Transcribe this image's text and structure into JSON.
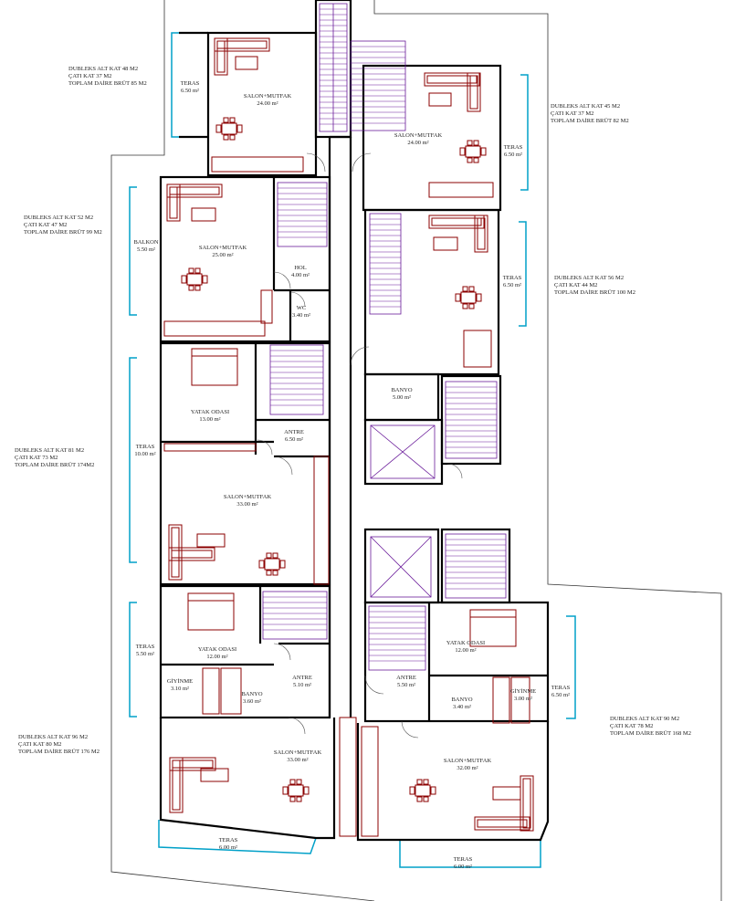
{
  "colors": {
    "wall": "#000000",
    "furniture": "#8b0000",
    "stair": "#6a1b9a",
    "glass": "#00a0c8",
    "outline": "#222222"
  },
  "notes": [
    {
      "lines": [
        "DUBLEKS ALT KAT 48 M2",
        "ÇATI KAT 37 M2",
        "TOPLAM DAİRE BRÜT 85 M2"
      ]
    },
    {
      "lines": [
        "DUBLEKS ALT KAT 45 M2",
        "ÇATI KAT 37 M2",
        "TOPLAM DAİRE BRÜT 82 M2"
      ]
    },
    {
      "lines": [
        "DUBLEKS ALT KAT 52 M2",
        "ÇATI KAT 47 M2",
        "TOPLAM DAİRE BRÜT 99 M2"
      ]
    },
    {
      "lines": [
        "DUBLEKS ALT KAT 56 M2",
        "ÇATI KAT 44 M2",
        "TOPLAM DAİRE BRÜT 100 M2"
      ]
    },
    {
      "lines": [
        "DUBLEKS ALT KAT 81 M2",
        "ÇATI KAT 73 M2",
        "TOPLAM DAİRE BRÜT 174M2"
      ]
    },
    {
      "lines": [
        "DUBLEKS ALT KAT 90 M2",
        "ÇATI KAT 78 M2",
        "TOPLAM DAİRE BRÜT 168 M2"
      ]
    },
    {
      "lines": [
        "DUBLEKS ALT KAT 96 M2",
        "ÇATI KAT 80 M2",
        "TOPLAM DAİRE BRÜT 176 M2"
      ]
    }
  ],
  "rooms": [
    {
      "name": "TERAS",
      "area": "6.50 m²"
    },
    {
      "name": "SALON+MUTFAK",
      "area": "24.00 m²"
    },
    {
      "name": "SALON+MUTFAK",
      "area": "24.00 m²"
    },
    {
      "name": "TERAS",
      "area": "6.50 m²"
    },
    {
      "name": "BALKON",
      "area": "5.50 m²"
    },
    {
      "name": "SALON+MUTFAK",
      "area": "25.00 m²"
    },
    {
      "name": "HOL",
      "area": "4.00 m²"
    },
    {
      "name": "WC",
      "area": "3.40 m²"
    },
    {
      "name": "TERAS",
      "area": "6.50 m²"
    },
    {
      "name": "YATAK ODASI",
      "area": "13.00 m²"
    },
    {
      "name": "ANTRE",
      "area": "6.50 m²"
    },
    {
      "name": "BANYO",
      "area": "5.00 m²"
    },
    {
      "name": "TERAS",
      "area": "10.00 m²"
    },
    {
      "name": "SALON+MUTFAK",
      "area": "33.00 m²"
    },
    {
      "name": "TERAS",
      "area": "5.50 m²"
    },
    {
      "name": "YATAK ODASI",
      "area": "12.00 m²"
    },
    {
      "name": "GİYİNME",
      "area": "3.10 m²"
    },
    {
      "name": "BANYO",
      "area": "3.60 m²"
    },
    {
      "name": "ANTRE",
      "area": "5.10 m²"
    },
    {
      "name": "ANTRE",
      "area": "5.50 m²"
    },
    {
      "name": "YATAK ODASI",
      "area": "12.00 m²"
    },
    {
      "name": "BANYO",
      "area": "3.40 m²"
    },
    {
      "name": "GİYİNME",
      "area": "3.00 m²"
    },
    {
      "name": "TERAS",
      "area": "6.50 m²"
    },
    {
      "name": "SALON+MUTFAK",
      "area": "33.00 m²"
    },
    {
      "name": "SALON+MUTFAK",
      "area": "32.00 m²"
    },
    {
      "name": "TERAS",
      "area": "6.00 m²"
    },
    {
      "name": "TERAS",
      "area": "6.00 m²"
    }
  ]
}
